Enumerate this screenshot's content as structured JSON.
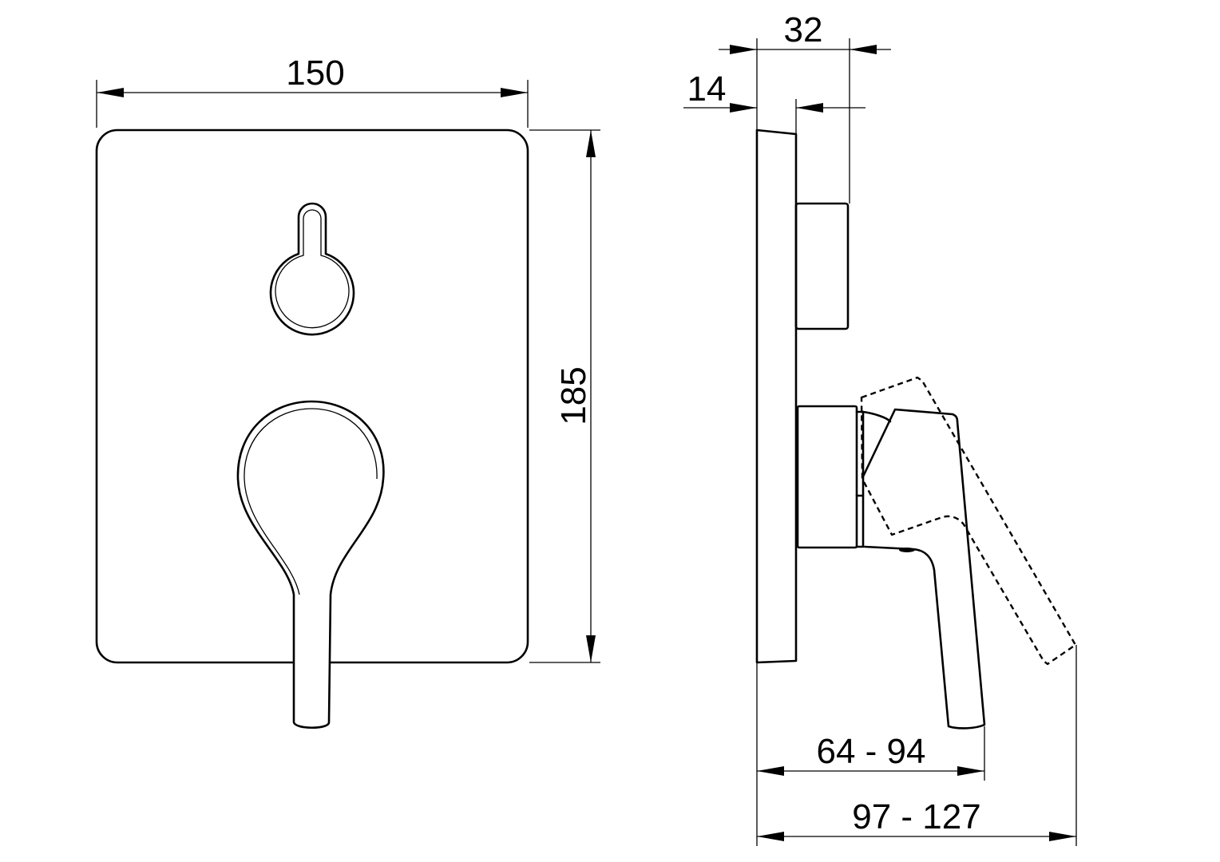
{
  "dimensions": {
    "width": "150",
    "height": "185",
    "depth_button": "32",
    "plate_thickness": "14",
    "lever_reach": "64 - 94",
    "total_reach": "97 - 127"
  },
  "colors": {
    "line": "#000000",
    "background": "#ffffff"
  }
}
